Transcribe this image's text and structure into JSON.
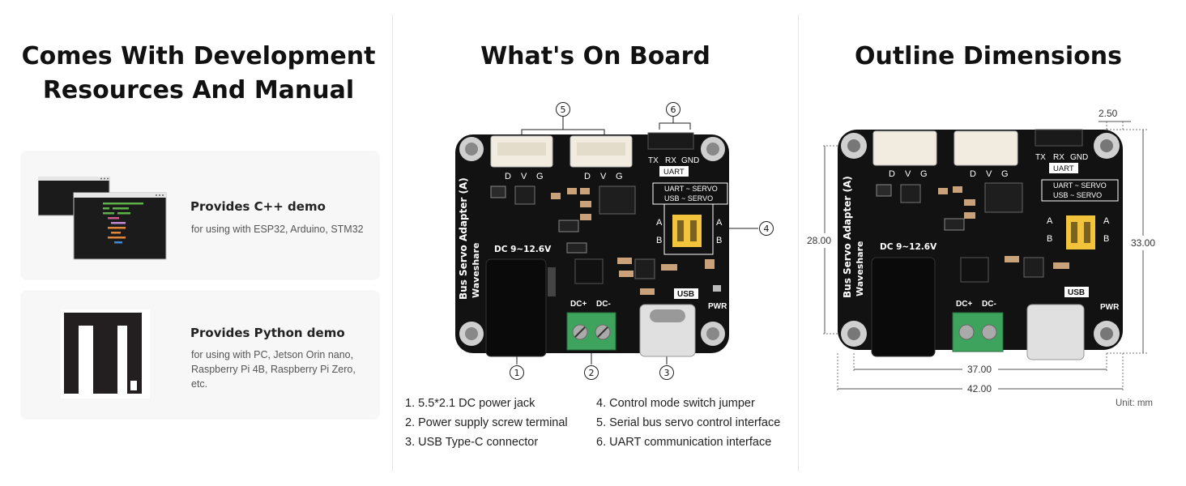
{
  "left": {
    "title_line1": "Comes With Development",
    "title_line2": "Resources And Manual",
    "cards": [
      {
        "title": "Provides C++ demo",
        "desc": "for using with ESP32, Arduino, STM32",
        "icon": "code-window-icon"
      },
      {
        "title": "Provides Python demo",
        "desc": "for using with PC, Jetson Orin nano, Raspberry Pi 4B, Raspberry Pi Zero, etc.",
        "icon": "micropython-logo-icon"
      }
    ]
  },
  "middle": {
    "title": "What's On Board",
    "callouts": [
      "1",
      "2",
      "3",
      "4",
      "5",
      "6"
    ],
    "board": {
      "name": "Bus Servo Adapter (A)",
      "brand": "Waveshare",
      "connector_pins": [
        "D",
        "V",
        "G"
      ],
      "uart_pins": [
        "TX",
        "RX",
        "GND"
      ],
      "uart_label": "UART",
      "mode_a": "UART ~ SERVO",
      "mode_b": "USB ~ SERVO",
      "jumper_a": "A",
      "jumper_b": "B",
      "power_label": "DC 9~12.6V",
      "dc_plus": "DC+",
      "dc_minus": "DC-",
      "usb_label": "USB",
      "pwr_label": "PWR"
    },
    "legend_left": [
      "1. 5.5*2.1 DC power jack",
      "2. Power supply screw terminal",
      "3. USB Type-C connector"
    ],
    "legend_right": [
      "4. Control mode switch jumper",
      "5. Serial bus servo control interface",
      "6. UART communication interface"
    ]
  },
  "right": {
    "title": "Outline Dimensions",
    "dims": {
      "top_offset": "2.50",
      "left_height": "28.00",
      "right_height": "33.00",
      "inner_width": "37.00",
      "outer_width": "42.00"
    },
    "unit": "Unit: mm"
  }
}
